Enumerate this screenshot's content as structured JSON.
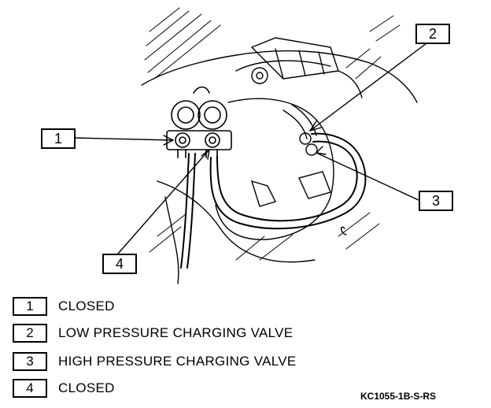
{
  "callouts": [
    "1",
    "2",
    "3",
    "4"
  ],
  "legend": [
    {
      "number": "1",
      "text": "CLOSED"
    },
    {
      "number": "2",
      "text": "LOW PRESSURE CHARGING VALVE"
    },
    {
      "number": "3",
      "text": "HIGH PRESSURE CHARGING VALVE"
    },
    {
      "number": "4",
      "text": "CLOSED"
    }
  ],
  "figure_code": "KC1055-1B-S-RS"
}
